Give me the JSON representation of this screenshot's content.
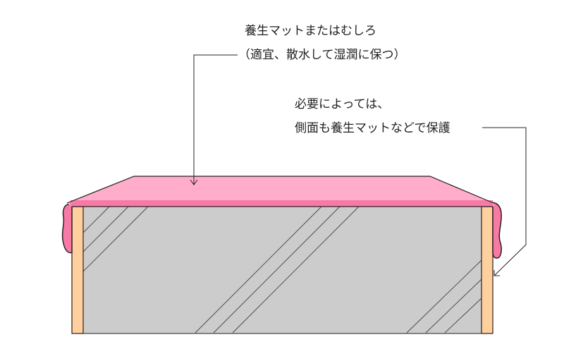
{
  "labels": {
    "mat_line1": "養生マットまたはむしろ",
    "mat_line2": "（適宜、散水して湿潤に保つ）",
    "side_line1": "必要によっては、",
    "side_line2": "側面も養生マットなどで保護"
  },
  "colors": {
    "mat_top": "#ffadcb",
    "mat_edge": "#f77aa6",
    "concrete": "#cccccc",
    "formwork": "#ffcf9e",
    "outline": "#2b2020"
  }
}
